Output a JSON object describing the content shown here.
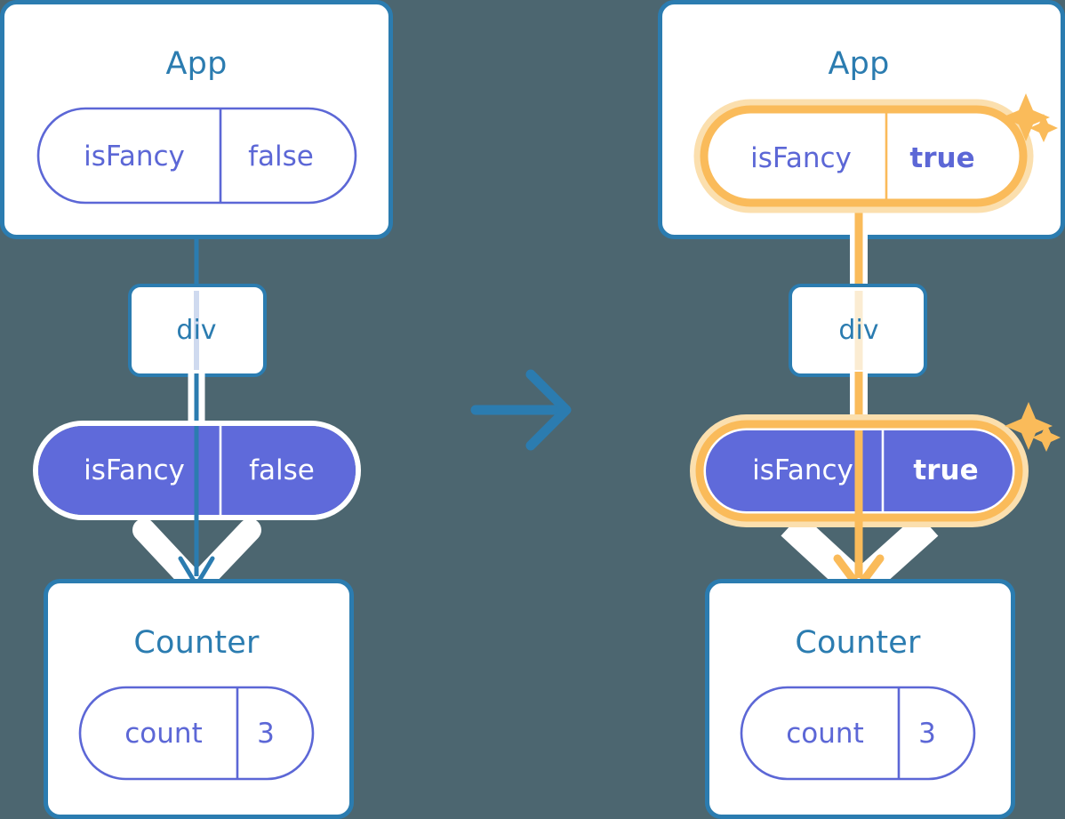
{
  "theme": {
    "background": "#4c6670",
    "card_bg": "#ffffff",
    "card_border": "#2b7cb0",
    "title_blue": "#2b7cb0",
    "purple": "#5c67d6",
    "purple_fill": "#5f6ada",
    "orange": "#fabb5a",
    "orange_glow": "#fbdfae",
    "line_blue": "#2b7cb0",
    "line_blue_faded": "#cfdaef",
    "line_orange_faded": "#fbecd2",
    "white": "#ffffff"
  },
  "diagram": {
    "type": "react-state-propagation",
    "transition_arrow": "arrow-right-icon",
    "panels": [
      {
        "id": "before",
        "side": "left",
        "highlighted": false,
        "app": {
          "title": "App",
          "state": {
            "name": "isFancy",
            "value": "false",
            "style": "outline",
            "value_bold": false,
            "highlighted": false
          }
        },
        "dom_node": {
          "label": "div"
        },
        "prop": {
          "name": "isFancy",
          "value": "false",
          "style": "solid",
          "value_bold": false,
          "highlighted": false
        },
        "counter": {
          "title": "Counter",
          "state": {
            "name": "count",
            "value": "3",
            "style": "outline",
            "value_bold": false,
            "highlighted": false
          }
        },
        "connector_color": "#2b7cb0",
        "sparkles": false
      },
      {
        "id": "after",
        "side": "right",
        "highlighted": true,
        "app": {
          "title": "App",
          "state": {
            "name": "isFancy",
            "value": "true",
            "style": "outline",
            "value_bold": true,
            "highlighted": true
          }
        },
        "dom_node": {
          "label": "div"
        },
        "prop": {
          "name": "isFancy",
          "value": "true",
          "style": "solid",
          "value_bold": true,
          "highlighted": true
        },
        "counter": {
          "title": "Counter",
          "state": {
            "name": "count",
            "value": "3",
            "style": "outline",
            "value_bold": false,
            "highlighted": false
          }
        },
        "connector_color": "#fabb5a",
        "sparkles": true
      }
    ]
  }
}
